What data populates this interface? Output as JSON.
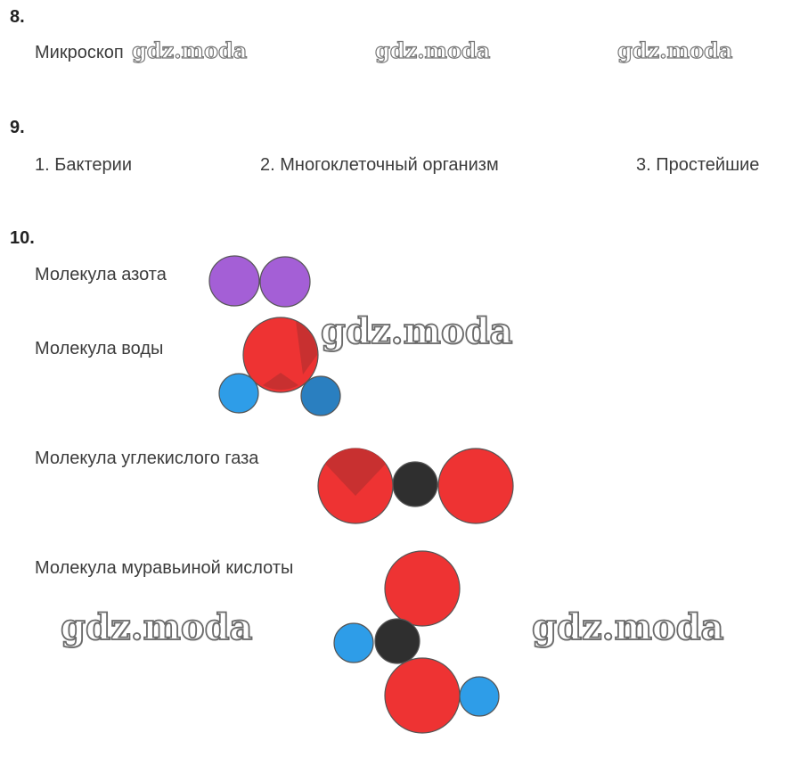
{
  "watermark": "gdz.moda",
  "q8": {
    "number": "8.",
    "answer": "Микроскоп"
  },
  "q9": {
    "number": "9.",
    "items": [
      "1. Бактерии",
      "2. Многоклеточный организм",
      "3. Простейшие"
    ]
  },
  "q10": {
    "number": "10.",
    "molecules": [
      {
        "label": "Молекула азота"
      },
      {
        "label": "Молекула воды"
      },
      {
        "label": "Молекула углекислого газа"
      },
      {
        "label": "Молекула муравьиной кислоты"
      }
    ]
  },
  "colors": {
    "nitrogen": "#a45fd6",
    "oxygen": "#ee3333",
    "oxygen_shade": "#c83030",
    "hydrogen": "#2e9de8",
    "hydrogen_shade": "#2a7fc0",
    "carbon": "#2f2f2f"
  }
}
